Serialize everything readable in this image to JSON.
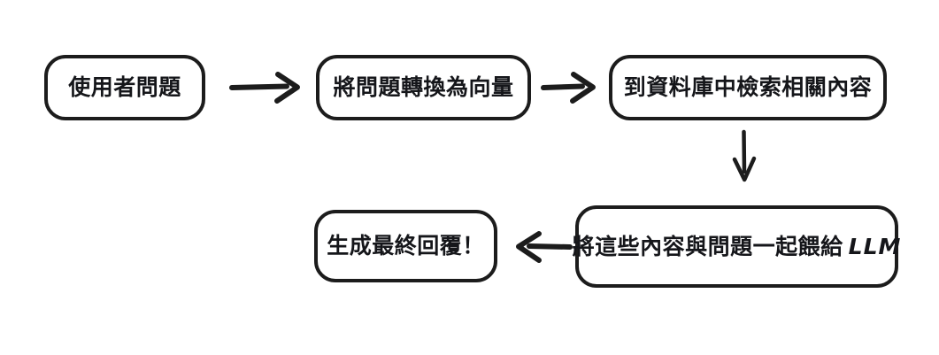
{
  "diagram": {
    "title": "RAG flow diagram",
    "background_color": "#ffffff",
    "stroke_color": "#1c1c1c",
    "text_color": "#15161a",
    "nodes": [
      {
        "id": "user-question",
        "label": "使用者問題"
      },
      {
        "id": "embed-question",
        "label": "將問題轉換為向量"
      },
      {
        "id": "retrieve-db",
        "label": "到資料庫中檢索相關內容"
      },
      {
        "id": "final-answer",
        "label": "生成最終回覆！"
      },
      {
        "id": "feed-llm",
        "label": "將這些內容與問題一起餵給",
        "label_latin": "LLM"
      }
    ],
    "arrows": [
      {
        "id": "arrow-1",
        "direction": "right",
        "from": "user-question",
        "to": "embed-question"
      },
      {
        "id": "arrow-2",
        "direction": "right",
        "from": "embed-question",
        "to": "retrieve-db"
      },
      {
        "id": "arrow-3",
        "direction": "down",
        "from": "retrieve-db",
        "to": "feed-llm"
      },
      {
        "id": "arrow-4",
        "direction": "left",
        "from": "feed-llm",
        "to": "final-answer"
      }
    ]
  }
}
